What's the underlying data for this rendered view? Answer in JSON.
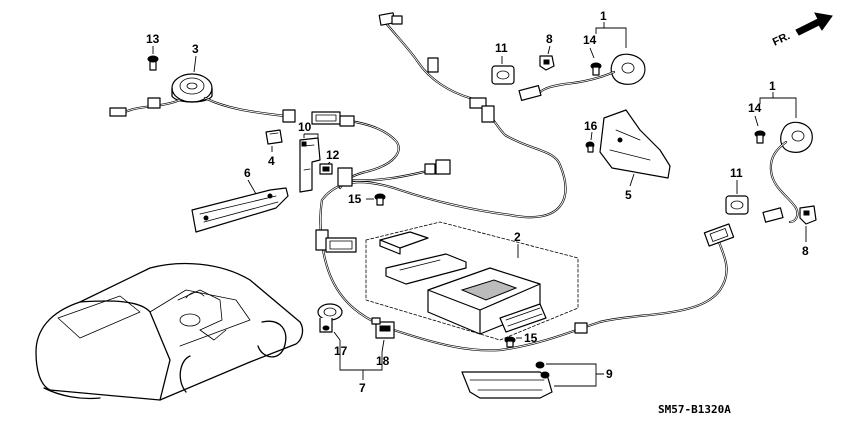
{
  "parts": {
    "p1a": "1",
    "p1b": "1",
    "p2": "2",
    "p3": "3",
    "p4": "4",
    "p5": "5",
    "p6": "6",
    "p7": "7",
    "p8a": "8",
    "p8b": "8",
    "p9": "9",
    "p10": "10",
    "p11a": "11",
    "p11b": "11",
    "p12": "12",
    "p13": "13",
    "p14a": "14",
    "p14b": "14",
    "p15a": "15",
    "p15b": "15",
    "p16": "16",
    "p17": "17",
    "p18": "18"
  },
  "direction_label": "FR.",
  "drawing_code": "SM57-B1320A"
}
